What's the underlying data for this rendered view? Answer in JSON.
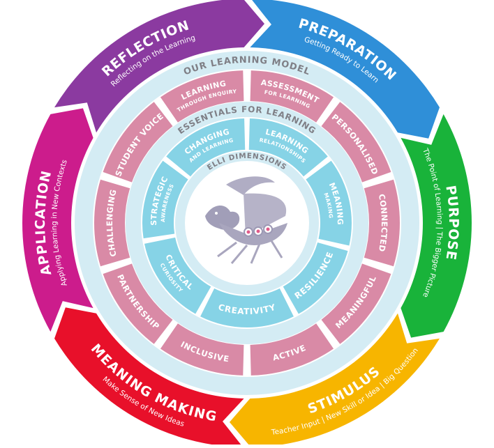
{
  "outer_ring": [
    {
      "title": "PREPARATION",
      "subtitle": "Getting Ready to Learn",
      "color": "#2f8fd8"
    },
    {
      "title": "PURPOSE",
      "subtitle": "The Point of Learning | The Bigger Picture",
      "color": "#19b33a"
    },
    {
      "title": "STIMULUS",
      "subtitle": "Teacher Input | New Skill or Idea | Big Question",
      "color": "#f7b500"
    },
    {
      "title": "MEANING MAKING",
      "subtitle": "Make Sense of New Ideas",
      "color": "#e8102a"
    },
    {
      "title": "APPLICATION",
      "subtitle": "Applying Learning in New Contexts",
      "color": "#cc1c8c"
    },
    {
      "title": "REFLECTION",
      "subtitle": "Reflecting on the Learning",
      "color": "#8b3aa0"
    }
  ],
  "model_label": "OUR LEARNING MODEL",
  "essentials_label": "ESSENTIALS FOR LEARNING",
  "elli_label": "ELLI DIMENSIONS",
  "essentials": [
    {
      "main": "ASSESSMENT",
      "sub": "FOR LEARNING"
    },
    {
      "main": "PERSONALISED",
      "sub": ""
    },
    {
      "main": "CONNECTED",
      "sub": ""
    },
    {
      "main": "MEANINGFUL",
      "sub": ""
    },
    {
      "main": "ACTIVE",
      "sub": ""
    },
    {
      "main": "INCLUSIVE",
      "sub": ""
    },
    {
      "main": "PARTNERSHIP",
      "sub": ""
    },
    {
      "main": "CHALLENGING",
      "sub": ""
    },
    {
      "main": "STUDENT VOICE",
      "sub": ""
    },
    {
      "main": "LEARNING",
      "sub": "THROUGH ENQUIRY"
    }
  ],
  "elli": [
    {
      "main": "LEARNING",
      "sub": "RELATIONSHIPS"
    },
    {
      "main": "MEANING",
      "sub": "MAKING"
    },
    {
      "main": "RESILIENCE",
      "sub": ""
    },
    {
      "main": "CREATIVITY",
      "sub": ""
    },
    {
      "main": "CRITICAL",
      "sub": "CURIOSITY"
    },
    {
      "main": "STRATEGIC",
      "sub": "AWARENESS"
    },
    {
      "main": "CHANGING",
      "sub": "AND LEARNING"
    }
  ],
  "colors": {
    "pink": "#d98aa6",
    "blue": "#86d3e6",
    "ring_light": "#d4ecf4",
    "emblem": "#a9a6be"
  }
}
